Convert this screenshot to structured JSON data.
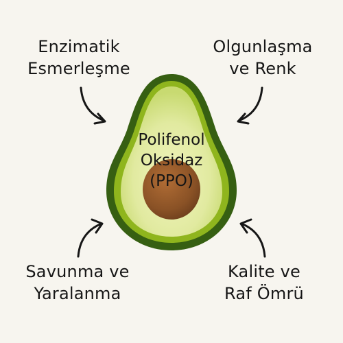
{
  "center": {
    "line1": "Polifenol",
    "line2": "Oksidaz",
    "line3": "(PPO)"
  },
  "labels": {
    "top_left": [
      "Enzimatik",
      "Esmerleşme"
    ],
    "top_right": [
      "Olgunlaşma",
      "ve Renk"
    ],
    "bottom_left": [
      "Savunma ve",
      "Yaralanma"
    ],
    "bottom_right": [
      "Kalite ve",
      "Raf Ömrü"
    ]
  },
  "icons": {
    "avocado": "avocado-half-icon",
    "arrows": "curved-arrow-icon"
  },
  "colors": {
    "background": "#f7f5ef",
    "skin": "#365f12",
    "rim": "#8fb51d",
    "flesh": "#dfe9a0",
    "seed": "#8a5226",
    "ink": "#161616"
  }
}
